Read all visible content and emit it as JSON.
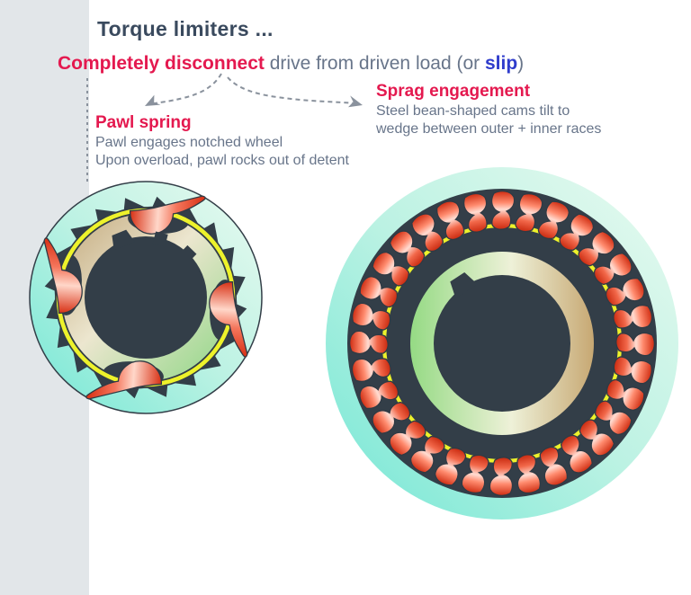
{
  "page": {
    "background": "#ffffff",
    "sidebar_color": "#e2e6e9"
  },
  "header": {
    "title": "Torque limiters ..."
  },
  "subtitle": {
    "emphasis": "Completely disconnect",
    "middle": " drive from driven load (or ",
    "highlight": "slip",
    "suffix": ")"
  },
  "branches": {
    "pawl": {
      "heading": "Pawl spring",
      "desc_line1": "Pawl engages notched wheel",
      "desc_line2": "Upon overload, pawl rocks out of detent"
    },
    "sprag": {
      "heading": "Sprag engagement",
      "desc_line1": "Steel bean-shaped cams tilt to",
      "desc_line2": "wedge between outer + inner races"
    }
  },
  "colors": {
    "heading_red": "#e4194f",
    "slip_blue": "#2f3ccc",
    "title_navy": "#3a4a5e",
    "body_gray": "#68758a",
    "diagram_dark": "#333e48",
    "ring_yellow": "#edf22b",
    "teal_edge": "#74e7d5",
    "teal_light": "#e9faf0",
    "cam_red": "#d83014",
    "arrow_gray": "#8a929d",
    "sidebar": "#e2e6e9"
  },
  "diagrams": {
    "pawl_wheel": {
      "ratchet_teeth": 20,
      "pawl_count": 4
    },
    "sprag_clutch": {
      "cam_count": 32
    }
  }
}
